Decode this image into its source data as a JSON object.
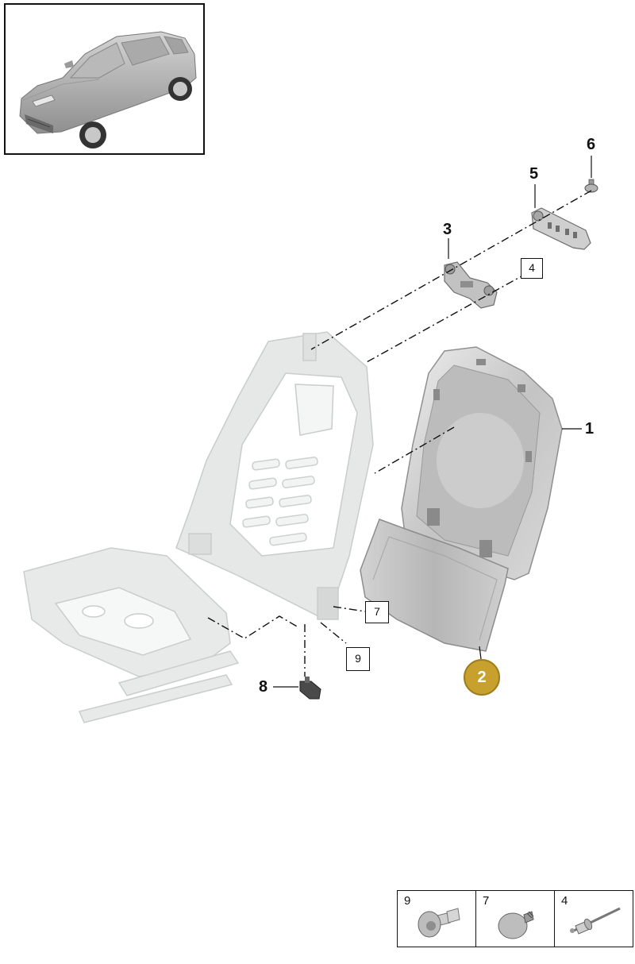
{
  "callouts": {
    "part_1": "1",
    "part_3": "3",
    "part_5": "5",
    "part_6": "6",
    "part_8": "8",
    "boxed_4": "4",
    "boxed_7": "7",
    "boxed_9": "9",
    "badge_2": "2"
  },
  "legend": {
    "items": [
      {
        "number": "9",
        "icon": "flange-screw-icon"
      },
      {
        "number": "7",
        "icon": "plastic-clip-icon"
      },
      {
        "number": "4",
        "icon": "blind-rivet-icon"
      }
    ]
  },
  "colors": {
    "part_gray": "#c9c9c9",
    "frame_gray": "#e4e6e6",
    "badge_gold": "#c7a02d",
    "line": "#111111"
  }
}
